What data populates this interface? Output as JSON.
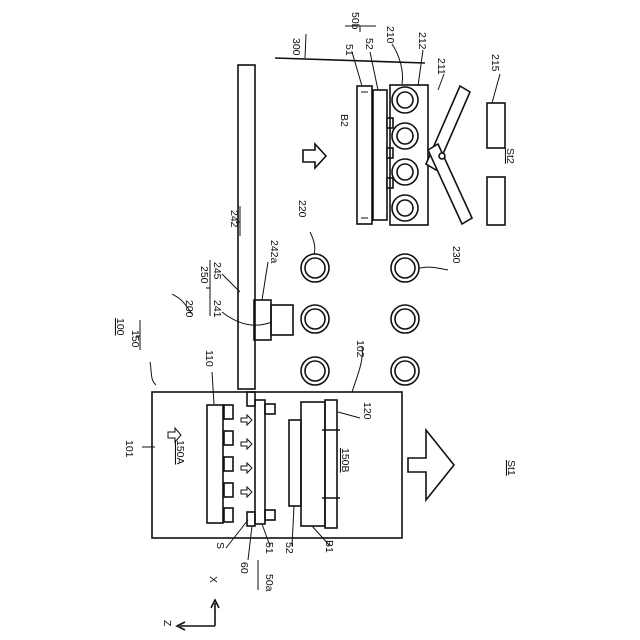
{
  "labels": {
    "l300": "300",
    "l50b": "50b",
    "l51_top": "51",
    "l52_top": "52",
    "l210": "210",
    "l212": "212",
    "l211": "211",
    "l215": "215",
    "lB2": "B2",
    "lSt2": "St2",
    "l220": "220",
    "l230": "230",
    "l242": "242",
    "l242a": "242a",
    "l250": "250",
    "l245": "245",
    "l241": "241",
    "l200": "200",
    "l100": "100",
    "l150": "150",
    "l110": "110",
    "l102": "102",
    "l101": "101",
    "l150A": "150A",
    "l120": "120",
    "l150B": "150B",
    "lSt1": "St1",
    "lS": "S",
    "l60": "60",
    "l51_bot": "51",
    "l50a": "50a",
    "l52_bot": "52",
    "lB1": "B1",
    "axX": "X",
    "axZ": "Z"
  }
}
